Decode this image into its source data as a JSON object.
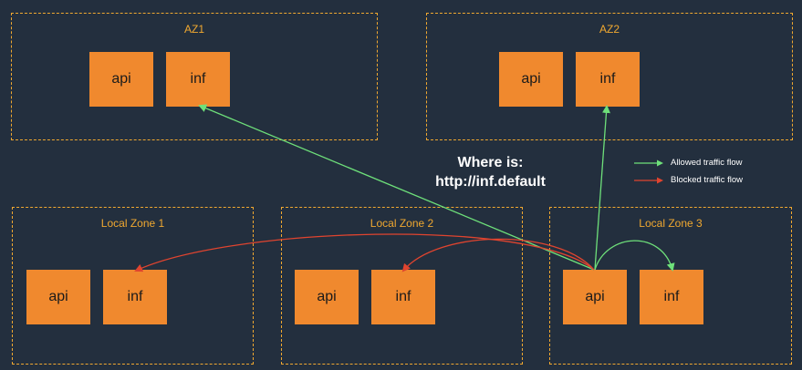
{
  "zones": {
    "az1": {
      "label": "AZ1",
      "boxes": [
        "api",
        "inf"
      ]
    },
    "az2": {
      "label": "AZ2",
      "boxes": [
        "api",
        "inf"
      ]
    },
    "lz1": {
      "label": "Local Zone 1",
      "boxes": [
        "api",
        "inf"
      ]
    },
    "lz2": {
      "label": "Local Zone 2",
      "boxes": [
        "api",
        "inf"
      ]
    },
    "lz3": {
      "label": "Local Zone 3",
      "boxes": [
        "api",
        "inf"
      ]
    }
  },
  "question": {
    "line1": "Where is:",
    "line2": "http://inf.default"
  },
  "legend": {
    "allowed": "Allowed traffic flow",
    "blocked": "Blocked traffic flow"
  },
  "colors": {
    "allowed": "#6ee07a",
    "blocked": "#e0442f",
    "zone_border": "#f0a830",
    "box": "#f0892e"
  }
}
